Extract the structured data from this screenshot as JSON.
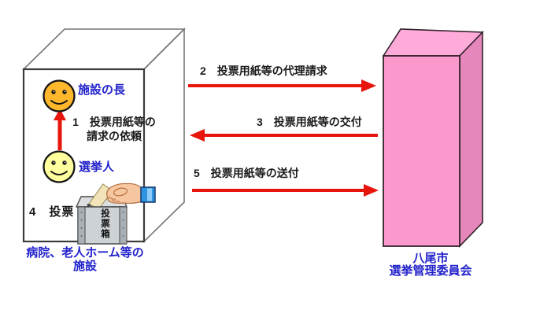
{
  "colors": {
    "background": "#FFFFFF",
    "arrow_red": "#E8150D",
    "label_blue": "#2222CC",
    "text_black": "#1B1B1B",
    "box_outline": "#3C3C3C",
    "box_edge_gray": "#757575",
    "pink_front": "#FB99CC",
    "pink_top": "#FFABDA",
    "pink_side": "#E687BC",
    "pink_outline": "#33222B",
    "face_head_fill": "#FFB72B",
    "face_voter_fill": "#FFFF9E",
    "ballot_box_gray": "#CDD2D6",
    "ballot_box_post": "#A9B0B6",
    "ballot_lid": "#DCDFE2",
    "ballot_paper": "#F2E3B8",
    "hand_skin": "#F6C6A0",
    "cuff_blue": "#2F93E0"
  },
  "facility": {
    "head_label": "施設の長",
    "voter_label": "選挙人",
    "step1_line1": "1　投票用紙等の",
    "step1_line2": "請求の依頼",
    "step4_label": "4　投票",
    "ballot_box_label": "投票箱",
    "caption_line1": "病院、老人ホーム等の",
    "caption_line2": "施設"
  },
  "committee": {
    "caption_line1": "八尾市",
    "caption_line2": "選挙管理委員会"
  },
  "flows": {
    "step2_label": "2　投票用紙等の代理請求",
    "step3_label": "3　投票用紙等の交付",
    "step5_label": "5　投票用紙等の送付"
  },
  "icons": {
    "facility_head": "smiley-face",
    "voter": "smiley-face",
    "ballot_box": "ballot-box-with-hand"
  }
}
